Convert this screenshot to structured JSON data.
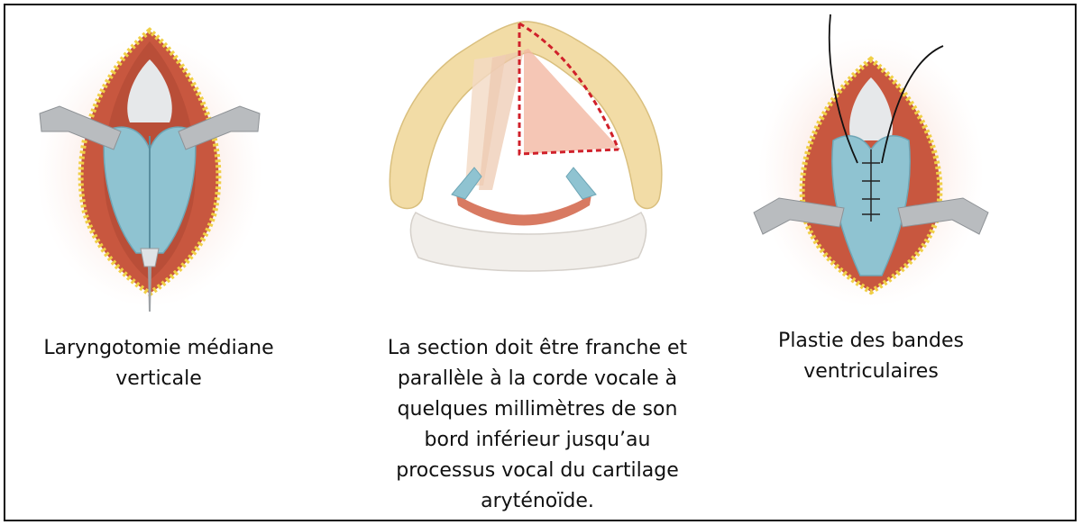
{
  "panels": [
    {
      "caption": "Laryngotomie médiane\nverticale"
    },
    {
      "caption": "La section doit être franche et\nparallèle à la corde vocale à\nquelques millimètres de son\nbord inférieur jusqu’au\nprocessus vocal du cartilage\naryténoïde."
    },
    {
      "caption": "Plastie des bandes\nventriculaires"
    }
  ],
  "colors": {
    "muscle": "#c8573f",
    "cartilage_blue": "#8fc3d1",
    "retractor": "#b9bcbf",
    "thyroid_yellow": "#f2dca6",
    "cut_line": "#d0202a",
    "fat_yellow": "#f0cf45"
  }
}
